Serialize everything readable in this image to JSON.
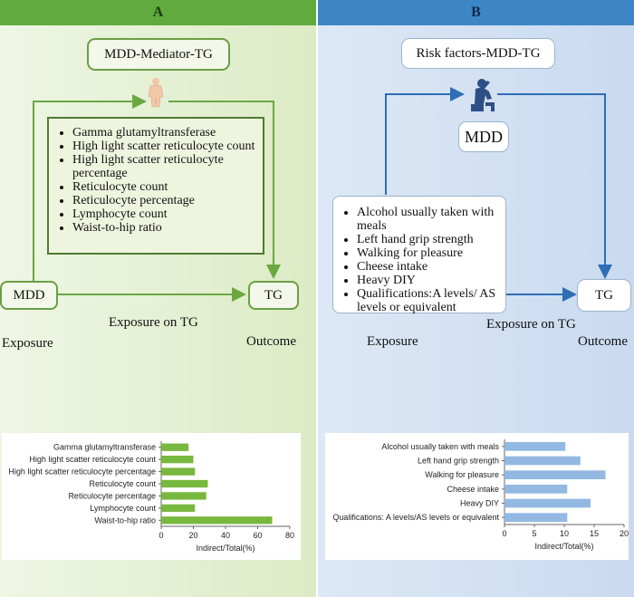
{
  "panel_a": {
    "header": "A",
    "title": "MDD-Mediator-TG",
    "mediators": [
      "Gamma glutamyltransferase",
      "High light scatter reticulocyte count",
      "High light scatter reticulocyte percentage",
      "Reticulocyte count",
      "Reticulocyte percentage",
      "Lymphocyte count",
      "Waist-to-hip ratio"
    ],
    "exposure_box": "MDD",
    "outcome_box": "TG",
    "effect_label": "Exposure on TG",
    "exposure_label": "Exposure",
    "outcome_label": "Outcome",
    "colors": {
      "accent": "#5fab3d",
      "bar": "#78b83e"
    }
  },
  "panel_b": {
    "header": "B",
    "title": "Risk factors-MDD-TG",
    "mediator_box": "MDD",
    "risk_factors": [
      "Alcohol usually taken with meals",
      "Left hand grip strength",
      "Walking for pleasure",
      "Cheese intake",
      "Heavy DIY",
      "Qualifications:A levels/ AS levels or equivalent"
    ],
    "outcome_box": "TG",
    "effect_label": "Exposure on TG",
    "exposure_label": "Exposure",
    "outcome_label": "Outcome",
    "icon": "depressed-person-icon",
    "colors": {
      "accent": "#3d87c7",
      "bar": "#93b9e2"
    }
  },
  "chart_data": [
    {
      "type": "bar",
      "orientation": "horizontal",
      "categories": [
        "Gamma glutamyltransferase",
        "High light scatter reticulocyte count",
        "High light scatter reticulocyte percentage",
        "Reticulocyte count",
        "Reticulocyte percentage",
        "Lymphocyte count",
        "Waist-to-hip ratio"
      ],
      "values": [
        17,
        20,
        21,
        29,
        28,
        21,
        69
      ],
      "xlabel": "Indirect/Total(%)",
      "xlim": [
        0,
        80
      ],
      "xticks": [
        0,
        20,
        40,
        60,
        80
      ],
      "grid": false
    },
    {
      "type": "bar",
      "orientation": "horizontal",
      "categories": [
        "Alcohol usually taken with meals",
        "Left hand grip strength",
        "Walking for pleasure",
        "Cheese intake",
        "Heavy DIY",
        "Qualifications: A levels/AS levels or equivalent"
      ],
      "values": [
        10.2,
        12.7,
        16.9,
        10.5,
        14.4,
        10.5
      ],
      "xlabel": "Indirect/Total(%)",
      "xlim": [
        0,
        20
      ],
      "xticks": [
        0,
        5,
        10,
        15,
        20
      ],
      "grid": false
    }
  ]
}
